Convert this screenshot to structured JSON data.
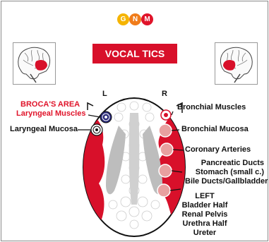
{
  "logo": {
    "letters": [
      "G",
      "N",
      "M"
    ],
    "colors": [
      "#f5b400",
      "#f07c1a",
      "#e0142a"
    ]
  },
  "title": "VOCAL TICS",
  "side_labels": {
    "left": "L",
    "right": "R"
  },
  "left_labels": {
    "red_line1": "BROCA'S AREA",
    "red_line2": "Laryngeal Muscles",
    "mucosa": "Laryngeal Mucosa"
  },
  "right_labels": {
    "bronchial_muscles": "Bronchial Muscles",
    "bronchial_mucosa": "Bronchial Mucosa",
    "coronary_arteries": "Coronary Arteries",
    "pancreatic": [
      "Pancreatic Ducts",
      "Stomach (small c.)",
      "Bile Ducts/Gallbladder"
    ],
    "left_block": [
      "LEFT",
      "Bladder Half",
      "Renal Pelvis",
      "Urethra Half",
      "Ureter"
    ]
  },
  "colors": {
    "accent": "#d8102a",
    "relay_blue": "#2a2a7a",
    "gray": "#bdbdbd"
  }
}
